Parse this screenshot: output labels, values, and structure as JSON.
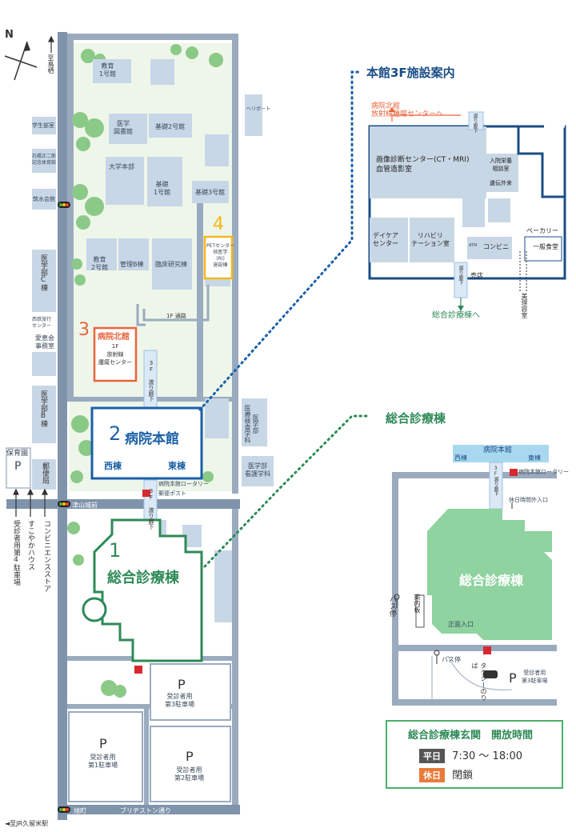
{
  "compass": {
    "label": "N"
  },
  "roads": {
    "to_toriu": "至鳥栖",
    "to_jr": "◄至JR久留米駅",
    "asahimachi": "旭町",
    "bridgestone": "ブリヂストン通り",
    "tsuyama": "津山城前",
    "first_floor_passage": "1F 通路",
    "bridge_3f_a": "3F 渡り廊下",
    "bridge_3f_b": "3F 渡り廊下"
  },
  "buildings": {
    "kyoiku1": "教育\n1号館",
    "igaku_tosho": "医学\n図書館",
    "kiso2": "基礎2号館",
    "daigaku_honbu": "大学本部",
    "kiso1": "基礎\n1号館",
    "kiso3": "基礎3号館",
    "heliport": "ヘリポート",
    "kyoiku2": "教育\n2号館",
    "kanri_b": "管理B棟",
    "rinsho": "臨床研究棟",
    "pet": "PETセンター\n核医学\n(RI)\n施設棟",
    "gakusei": "学生部室",
    "ishibashi": "石橋正二郎\n記念体育館",
    "chikusui": "筑水会館",
    "igakubu_c": "医学部C棟",
    "seitetsu": "西鉄旅行\nセンター",
    "aikeikai": "愛恵会\n事務室",
    "igakubu_b": "医学部B棟",
    "yubinkyoku": "郵便局",
    "hoikuen": "保育園",
    "igakubu_ikiki": "医学部\n医療検査学科",
    "igakubu_kango": "医学部\n看護学科",
    "rotary_main": "病院本館ロータリー",
    "post_box": "郵便ポスト"
  },
  "numbered": {
    "b3_num": "3",
    "b3_name": "病院北館",
    "b3_sub": "1F\n放射線\n腫瘍センター",
    "b4_num": "4",
    "b2_num": "2",
    "b2_name": "病院本館",
    "b2_west": "西棟",
    "b2_east": "東棟",
    "b1_num": "1",
    "b1_name": "総合診療棟"
  },
  "parking": {
    "p_symbol": "P",
    "p1": "受診者用\n第1駐車場",
    "p2": "受診者用\n第2駐車場",
    "p3_main": "受診者用\n第3駐車場",
    "p4": "受診者用第4駐車場",
    "sukoyaka": "すこやかハウス",
    "conveni": "コンビニエンスストア"
  },
  "floor3": {
    "title": "本館3F施設案内",
    "to_north": "病院北館\n放射線腫瘍センターへ",
    "imaging": "画像診断センター(CT・MRI)\n血管造影室",
    "nutrition": "入院栄養\n相談室",
    "outpatient": "遺伝外来",
    "daycare": "デイケア\nセンター",
    "rehab": "リハビリ\nテーション室",
    "atm": "ATM",
    "conveni": "コンビニ",
    "bakery": "ベーカリー",
    "dining": "一般食堂",
    "shop": "売店",
    "barber": "美理容室",
    "bridge_top": "渡り廊下",
    "bridge_bottom": "渡り廊下",
    "to_general": "総合診療棟へ"
  },
  "general": {
    "title": "総合診療棟",
    "main_bld": "病院本館",
    "west": "西棟",
    "east": "東棟",
    "rotary": "病院本館ロータリー",
    "bridge": "3F渡り廊下",
    "night_entrance": "休日時間外入口",
    "building": "総合診療棟",
    "bus_stop_v": "バス停",
    "info_board": "案内板",
    "front_entrance": "正面入口",
    "bus_stop": "バス停",
    "taxi": "タクシーのりば",
    "parking3": "受診者用\n第3駐車場",
    "p_symbol": "P"
  },
  "hours": {
    "title": "総合診療棟玄関　開放時間",
    "weekday_tag": "平日",
    "weekday_time": "7:30 〜 18:00",
    "holiday_tag": "休日",
    "holiday_state": "閉鎖"
  },
  "colors": {
    "road": "#7f93ab",
    "building": "#c8d7e6",
    "main_blue": "#1a5fa8",
    "north_orange": "#e8643c",
    "pet_yellow": "#f5b71b",
    "general_green": "#2e8a57",
    "general_fill": "#8fd3a1",
    "tree_green": "#8bc987",
    "holiday_orange": "#e87a3a",
    "weekday_gray": "#555555"
  }
}
